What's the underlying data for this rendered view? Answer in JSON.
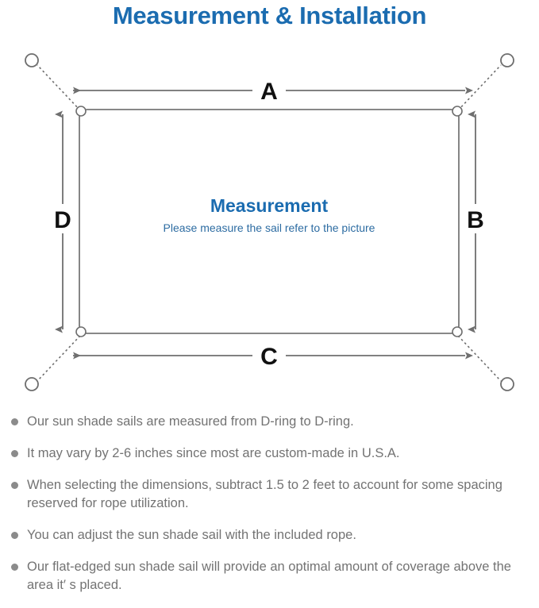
{
  "page": {
    "title": "Measurement & Installation",
    "accent_blue": "#1b6cb0",
    "text_gray": "#737373",
    "line_gray": "#7a7a7a"
  },
  "diagram": {
    "name": "sun-shade-sail-measurement-diagram",
    "sail_label": {
      "heading": "Measurement",
      "subtext": "Please measure the sail refer to the picture"
    },
    "dimension_labels": {
      "top": "A",
      "right": "B",
      "bottom": "C",
      "left": "D"
    },
    "parts": {
      "d_ring": "d-ring",
      "anchor_point": "anchor-point",
      "rope": "dotted-rope-line",
      "sail": "sail-rectangle"
    }
  },
  "notes": [
    "Our sun shade sails are measured from D-ring to D-ring.",
    "It may vary by 2-6 inches since most are custom-made in U.S.A.",
    "When selecting the dimensions, subtract 1.5 to 2 feet to account for some spacing reserved for rope utilization.",
    "You can adjust the sun shade sail with the included rope.",
    "Our flat-edged sun shade sail will provide an optimal amount of coverage above the area it′ s placed."
  ]
}
